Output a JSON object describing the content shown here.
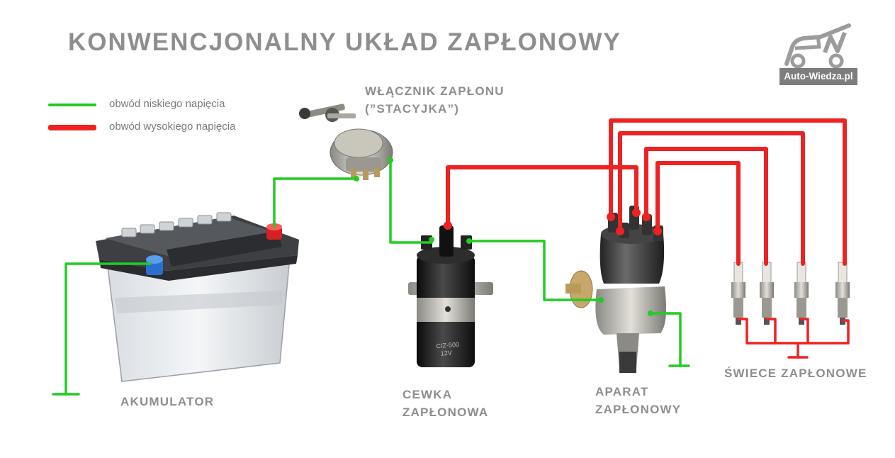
{
  "title": "KONWENCJONALNY UKŁAD ZAPŁONOWY",
  "legend": {
    "low_voltage": {
      "label": "obwód niskiego napięcia",
      "color": "#22cc22"
    },
    "high_voltage": {
      "label": "obwód wysokiego napięcia",
      "color": "#ee2222"
    }
  },
  "components": {
    "switch": {
      "line1": "WŁĄCZNIK ZAPŁONU",
      "line2": "(”STACYJKA”)"
    },
    "battery": {
      "label": "AKUMULATOR"
    },
    "coil": {
      "line1": "CEWKA",
      "line2": "ZAPŁONOWA",
      "marking_1": "CIZ-500",
      "marking_2": "12V"
    },
    "distributor": {
      "line1": "APARAT",
      "line2": "ZAPŁONOWY"
    },
    "plugs": {
      "label": "ŚWIECE ZAPŁONOWE",
      "count": 4
    }
  },
  "logo": {
    "text": "Auto-Wiedza.pl"
  }
}
